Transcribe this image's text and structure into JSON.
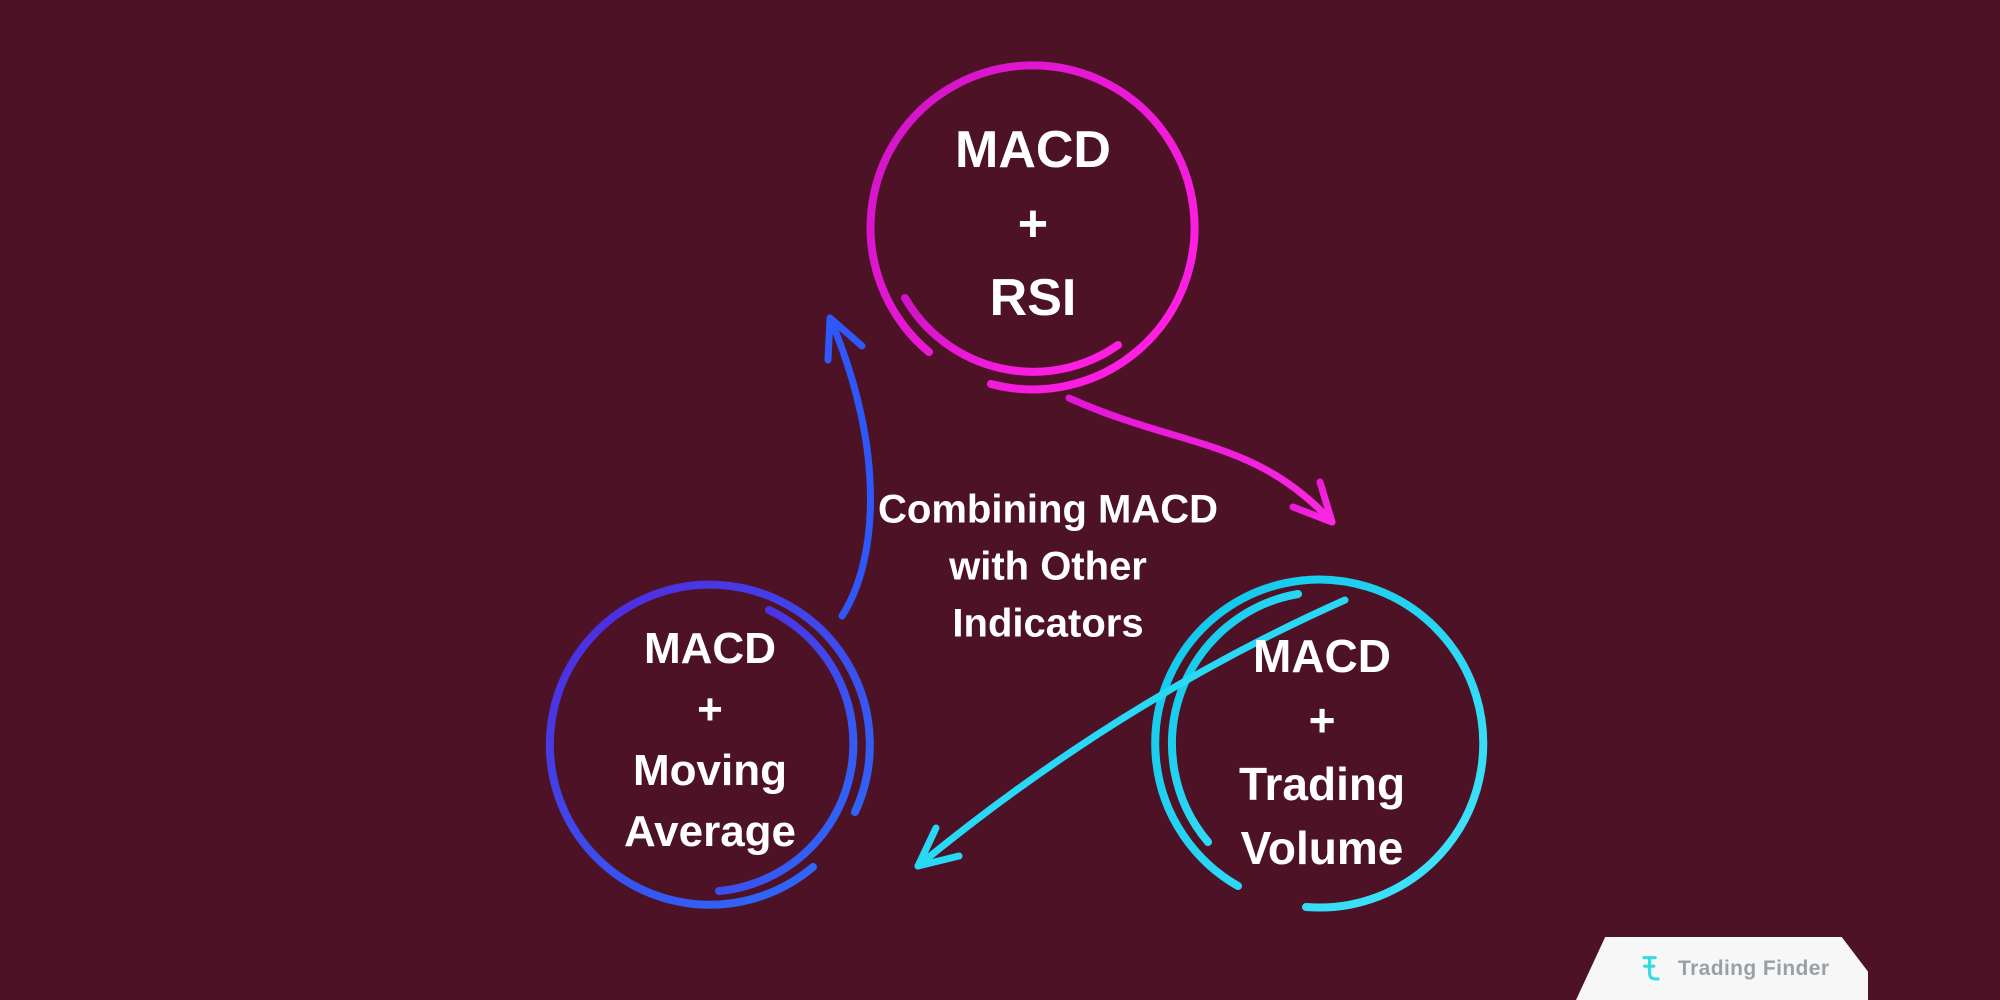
{
  "diagram": {
    "title_lines": [
      "Combining MACD",
      "with Other",
      "Indicators"
    ],
    "nodes": [
      {
        "id": "macd-plus-rsi",
        "lines": [
          "MACD",
          "+",
          "RSI"
        ],
        "color": "#ea14db"
      },
      {
        "id": "macd-plus-moving-average",
        "lines": [
          "MACD",
          "+",
          "Moving",
          "Average"
        ],
        "color": "#3a44ee"
      },
      {
        "id": "macd-plus-trading-volume",
        "lines": [
          "MACD",
          "+",
          "Trading",
          "Volume"
        ],
        "color": "#1fd6f2"
      }
    ],
    "arrows": [
      {
        "from": "macd-plus-rsi",
        "to": "macd-plus-trading-volume",
        "color": "#ee18dd"
      },
      {
        "from": "macd-plus-trading-volume",
        "to": "macd-plus-moving-average",
        "color": "#27d9f4"
      },
      {
        "from": "macd-plus-moving-average",
        "to": "macd-plus-rsi",
        "color": "#2e58fa"
      }
    ]
  },
  "logo": {
    "label": "Trading Finder",
    "icon": "trading-finder-mark-icon"
  },
  "colors": {
    "background": "#4e1227",
    "node_text": "#ffffff",
    "title_text": "#ffffff",
    "logo_card": "#f7f7f8",
    "logo_label": "#9aa0a8",
    "logo_accent": "#35dbe0"
  }
}
